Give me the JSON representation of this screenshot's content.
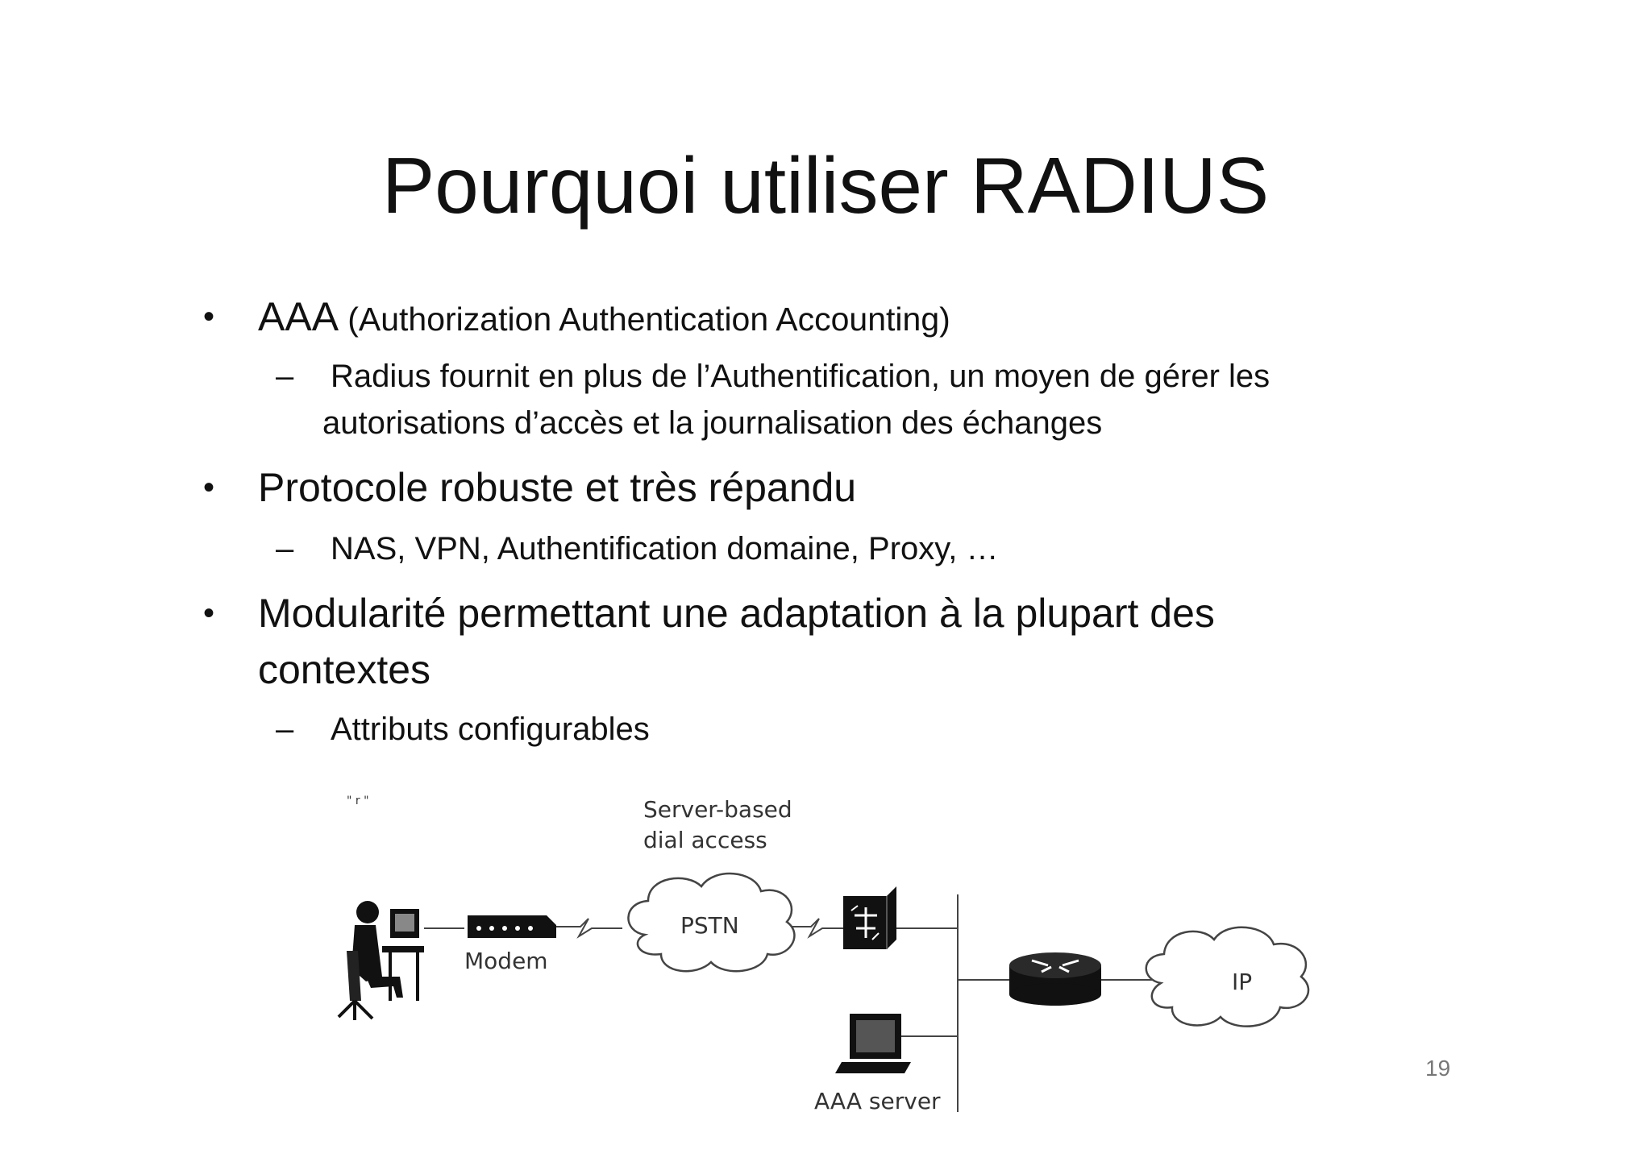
{
  "slide": {
    "title": "Pourquoi utiliser RADIUS",
    "page_number": "19",
    "bullets": [
      {
        "head": "AAA",
        "text": "(Authorization Authentication Accounting)",
        "subs": [
          "Radius fournit en plus de l’Authentification, un moyen de gérer les",
          "autorisations d’accès et la journalisation des échanges"
        ]
      },
      {
        "text": "Protocole robuste et très répandu",
        "subs": [
          "NAS, VPN, Authentification domaine, Proxy, …"
        ]
      },
      {
        "lines": [
          "Modularité permettant une adaptation à la plupart des",
          "contextes"
        ],
        "subs": [
          "Attributs configurables"
        ]
      }
    ],
    "bullet_marker": "•",
    "sub_marker": "–"
  },
  "diagram": {
    "caption_line1": "Server-based",
    "caption_line2": "dial access",
    "modem_label": "Modem",
    "pstn_label": "PSTN",
    "ip_label": "IP",
    "aaa_label": "AAA server",
    "corner_mark": "\" r \""
  }
}
